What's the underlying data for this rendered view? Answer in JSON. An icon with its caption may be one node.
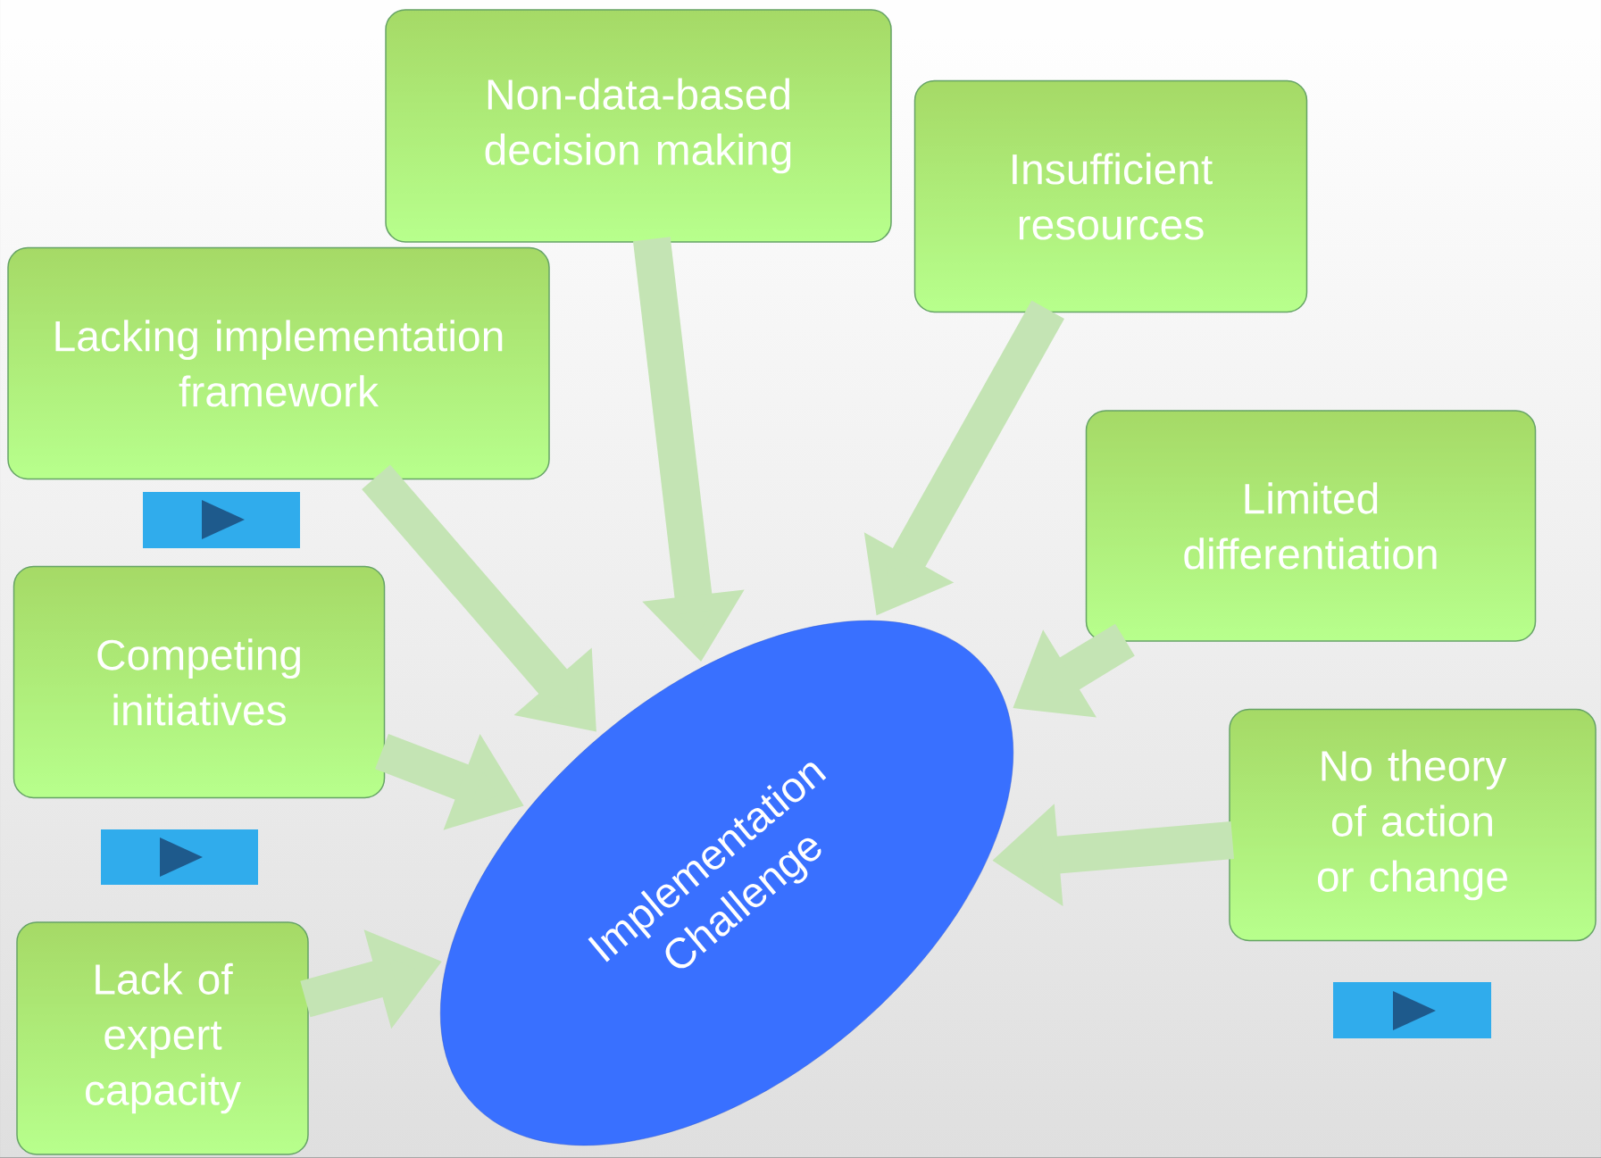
{
  "diagram": {
    "nodes": [
      {
        "text": [
          "Non-data-based decision making"
        ]
      },
      {
        "text": [
          "Insufficient resources"
        ]
      },
      {
        "text": [
          "Lacking implementation framework"
        ]
      },
      {
        "text": [
          "Limited differentiation"
        ]
      },
      {
        "text": [
          "Competing initiatives"
        ]
      },
      {
        "text": [
          "No theory of action or change"
        ]
      },
      {
        "text": [
          "Lack of expert capacity"
        ]
      },
      {
        "text": [
          "Implementation Challenge"
        ]
      }
    ],
    "edges": [
      {
        "from": 0,
        "to": 7,
        "arrow": "to"
      },
      {
        "from": 1,
        "to": 7,
        "arrow": "to"
      },
      {
        "from": 2,
        "to": 7,
        "arrow": "to"
      },
      {
        "from": 3,
        "to": 7,
        "arrow": "to"
      },
      {
        "from": 4,
        "to": 7,
        "arrow": "to"
      },
      {
        "from": 5,
        "to": 7,
        "arrow": "to"
      },
      {
        "from": 6,
        "to": 7,
        "arrow": "to"
      }
    ]
  }
}
